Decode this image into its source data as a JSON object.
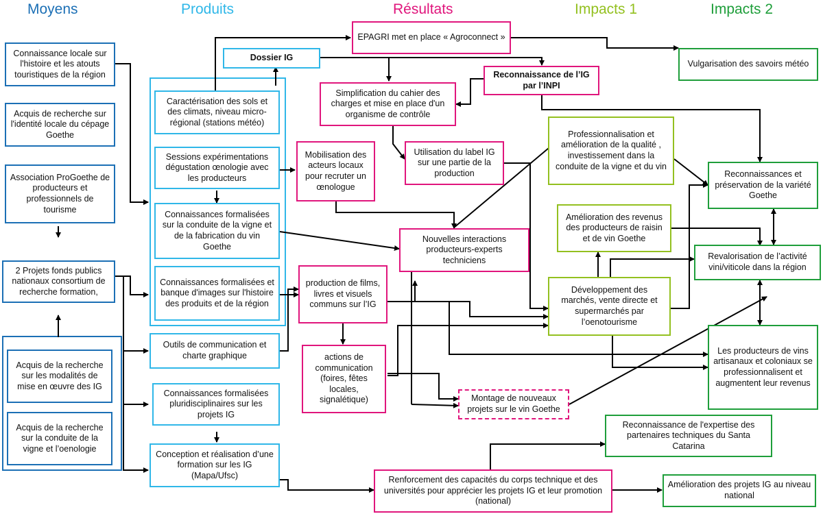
{
  "headers": {
    "moyens": "Moyens",
    "produits": "Produits",
    "resultats": "Résultats",
    "impacts1": "Impacts 1",
    "impacts2": "Impacts 2"
  },
  "colors": {
    "moyens": "#1b6fb5",
    "produits": "#2fb7e8",
    "resultats": "#e0157c",
    "impacts1": "#93c01f",
    "impacts2": "#1e9e3a"
  },
  "boxes": {
    "m1": "Connaissance locale sur l'histoire et les atouts touristiques de la région",
    "m2": "Acquis de recherche sur l'identité locale du cépage Goethe",
    "m3": "Association ProGoethe de producteurs et professionnels de tourisme",
    "m4": "2 Projets fonds publics nationaux consortium de recherche formation,",
    "m5": "Acquis de la recherche sur les modalités de mise en œuvre des IG",
    "m6": "Acquis de la recherche sur la conduite de la vigne et l’oenologie",
    "p_dossier": "Dossier IG",
    "p1": "Caractérisation des sols et des climats, niveau micro-régional (stations météo)",
    "p2": "Sessions expérimentations dégustation œnologie avec les producteurs",
    "p3": "Connaissances formalisées sur la conduite de la vigne et de la fabrication du vin Goethe",
    "p4": "Connaissances formalisées et banque d'images sur l'histoire des produits et de la région",
    "p5": "Outils de communication et charte graphique",
    "p6": "Connaissances formalisées pluridisciplinaires sur les projets IG",
    "p7": "Conception et réalisation d’une formation sur les IG (Mapa/Ufsc)",
    "r_epagri": "EPAGRI met en place « Agroconnect »",
    "r_inpi": "Reconnaissance de l’IG par l’INPI",
    "r_simpl": "Simplification du cahier des charges et mise en place d'un organisme de contrôle",
    "r_mobil": "Mobilisation des acteurs locaux pour recruter un œnologue",
    "r_label": "Utilisation du label IG sur une partie de la production",
    "r_interact": "Nouvelles interactions producteurs-experts techniciens",
    "r_films": "production de films, livres et visuels communs sur l’IG",
    "r_actions": "actions de communication (foires, fêtes locales, signalétique)",
    "r_montage": "Montage de nouveaux projets sur le vin Goethe",
    "r_renfort": "Renforcement des capacités du corps technique et des universités pour apprécier les projets IG et leur promotion (national)",
    "i1_prof": "Professionnalisation et amélioration de la qualité , investissement dans la conduite de la vigne et du vin",
    "i1_revenus": "Amélioration des revenus des producteurs de raisin et de vin Goethe",
    "i1_dev": "Développement des marchés, vente directe et supermarchés par l’oenotourisme",
    "i2_vulg": "Vulgarisation des savoirs météo",
    "i2_recon": "Reconnaissances et préservation de la variété Goethe",
    "i2_revalo": "Revalorisation de l’activité vini/viticole dans la région",
    "i2_prods": "Les producteurs de vins artisanaux et coloniaux se professionnalisent et augmentent leur revenus",
    "i2_expertise": "Reconnaissance de l'expertise des partenaires techniques du Santa Catarina",
    "i2_projets": "Amélioration des projets IG au niveau national"
  }
}
